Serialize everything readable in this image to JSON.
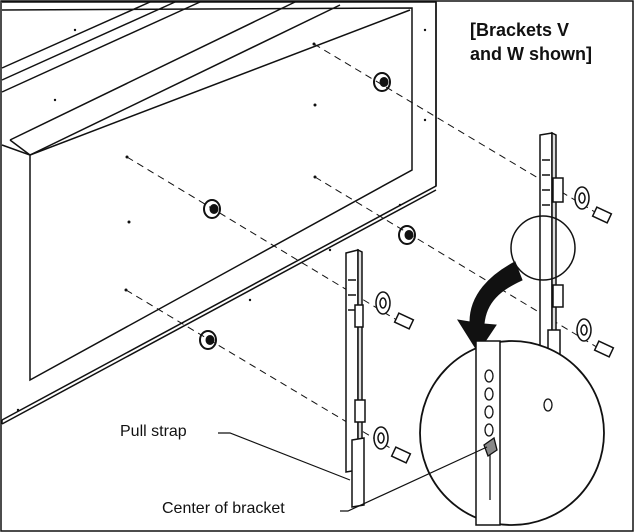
{
  "title": {
    "line1": "[Brackets V",
    "line2": "and W shown]"
  },
  "callouts": {
    "pull_strap": "Pull strap",
    "center_of_bracket": "Center of bracket"
  },
  "colors": {
    "line": "#111111",
    "background": "#ffffff"
  }
}
